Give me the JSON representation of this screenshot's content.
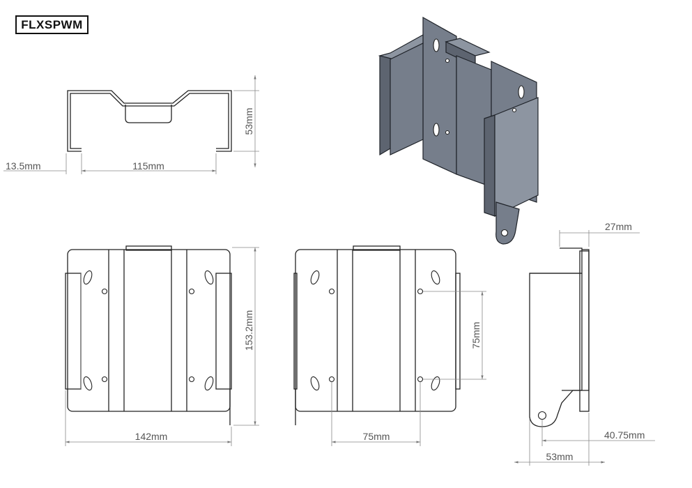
{
  "brand": "FLXSPWM",
  "dimensions": {
    "side_offset": "13.5mm",
    "side_width": "115mm",
    "side_height": "53mm",
    "depth_top": "27mm",
    "front_height": "153.2mm",
    "front_width": "142mm",
    "hole_spacing_vertical": "75mm",
    "hole_spacing_horizontal": "75mm",
    "tab_offset": "40.75mm",
    "profile_depth": "53mm"
  }
}
